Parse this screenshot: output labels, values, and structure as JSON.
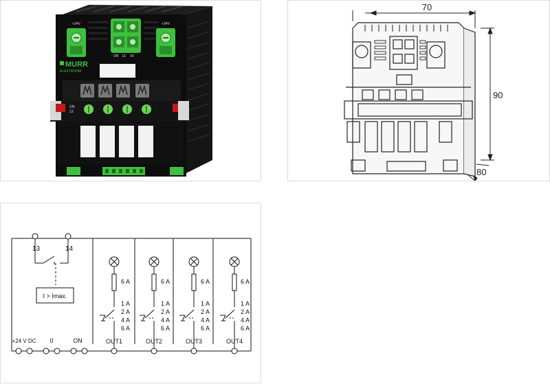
{
  "photo": {
    "brand": "MURR",
    "brand_sub": "ELEKTRONIK",
    "voltage_left": "+24V",
    "voltage_right": "+24V",
    "on_label": "ON",
    "num13": "13",
    "num14": "14"
  },
  "dimensions": {
    "width": "70",
    "height": "90",
    "depth": "80"
  },
  "circuit": {
    "contact_13": "13",
    "contact_14": "14",
    "imax_label": "I > Imax.",
    "bottom_labels": [
      "+24 V DC",
      "0",
      "ON"
    ],
    "fuse_label": "6 A",
    "current_steps": [
      "1 A",
      "2 A",
      "4 A",
      "6 A"
    ],
    "outputs": [
      "OUT1",
      "OUT2",
      "OUT3",
      "OUT4"
    ]
  }
}
